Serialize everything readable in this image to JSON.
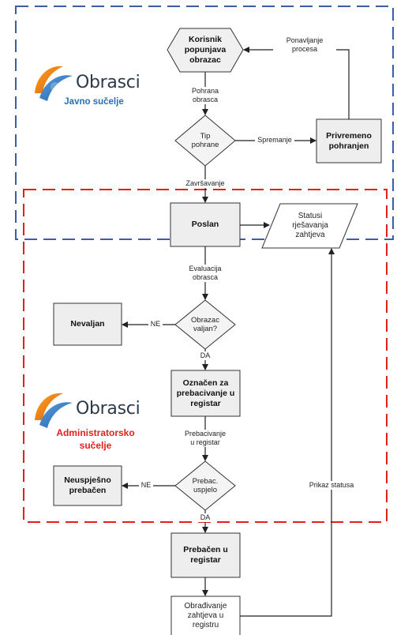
{
  "regions": {
    "public_label": "Javno sučelje",
    "admin_label_line1": "Administratorsko",
    "admin_label_line2": "sučelje",
    "logo_word": "Obrasci",
    "public_color": "#3a5fa8",
    "admin_color": "#e3211c"
  },
  "nodes": {
    "korisnik": [
      "Korisnik",
      "popunjava",
      "obrazac"
    ],
    "tip": [
      "Tip",
      "pohrane"
    ],
    "privremeno": [
      "Privremeno",
      "pohranjen"
    ],
    "poslan": "Poslan",
    "statusi": [
      "Statusi",
      "rješavanja",
      "zahtjeva"
    ],
    "valjan": [
      "Obrazac",
      "valjan?"
    ],
    "nevaljan": "Nevaljan",
    "oznacen": [
      "Označen za",
      "prebacivanje u",
      "registar"
    ],
    "prebac": [
      "Prebac.",
      "uspjelo"
    ],
    "neuspjesno": [
      "Neuspješno",
      "prebačen"
    ],
    "prebacen": [
      "Prebačen u",
      "registar"
    ],
    "obradivanje": [
      "Obrađivanje",
      "zahtjeva u",
      "registru"
    ]
  },
  "edges": {
    "ponavljanje": [
      "Ponavljanje",
      "procesa"
    ],
    "pohrana": [
      "Pohrana",
      "obrasca"
    ],
    "spremanje": "Spremanje",
    "zavrsavanje": "Završavanje",
    "evaluacija": [
      "Evaluacija",
      "obrasca"
    ],
    "ne1": "NE",
    "da1": "DA",
    "prebacivanje": [
      "Prebacivanje",
      "u registar"
    ],
    "ne2": "NE",
    "da2": "DA",
    "prikaz": "Prikaz statusa"
  }
}
